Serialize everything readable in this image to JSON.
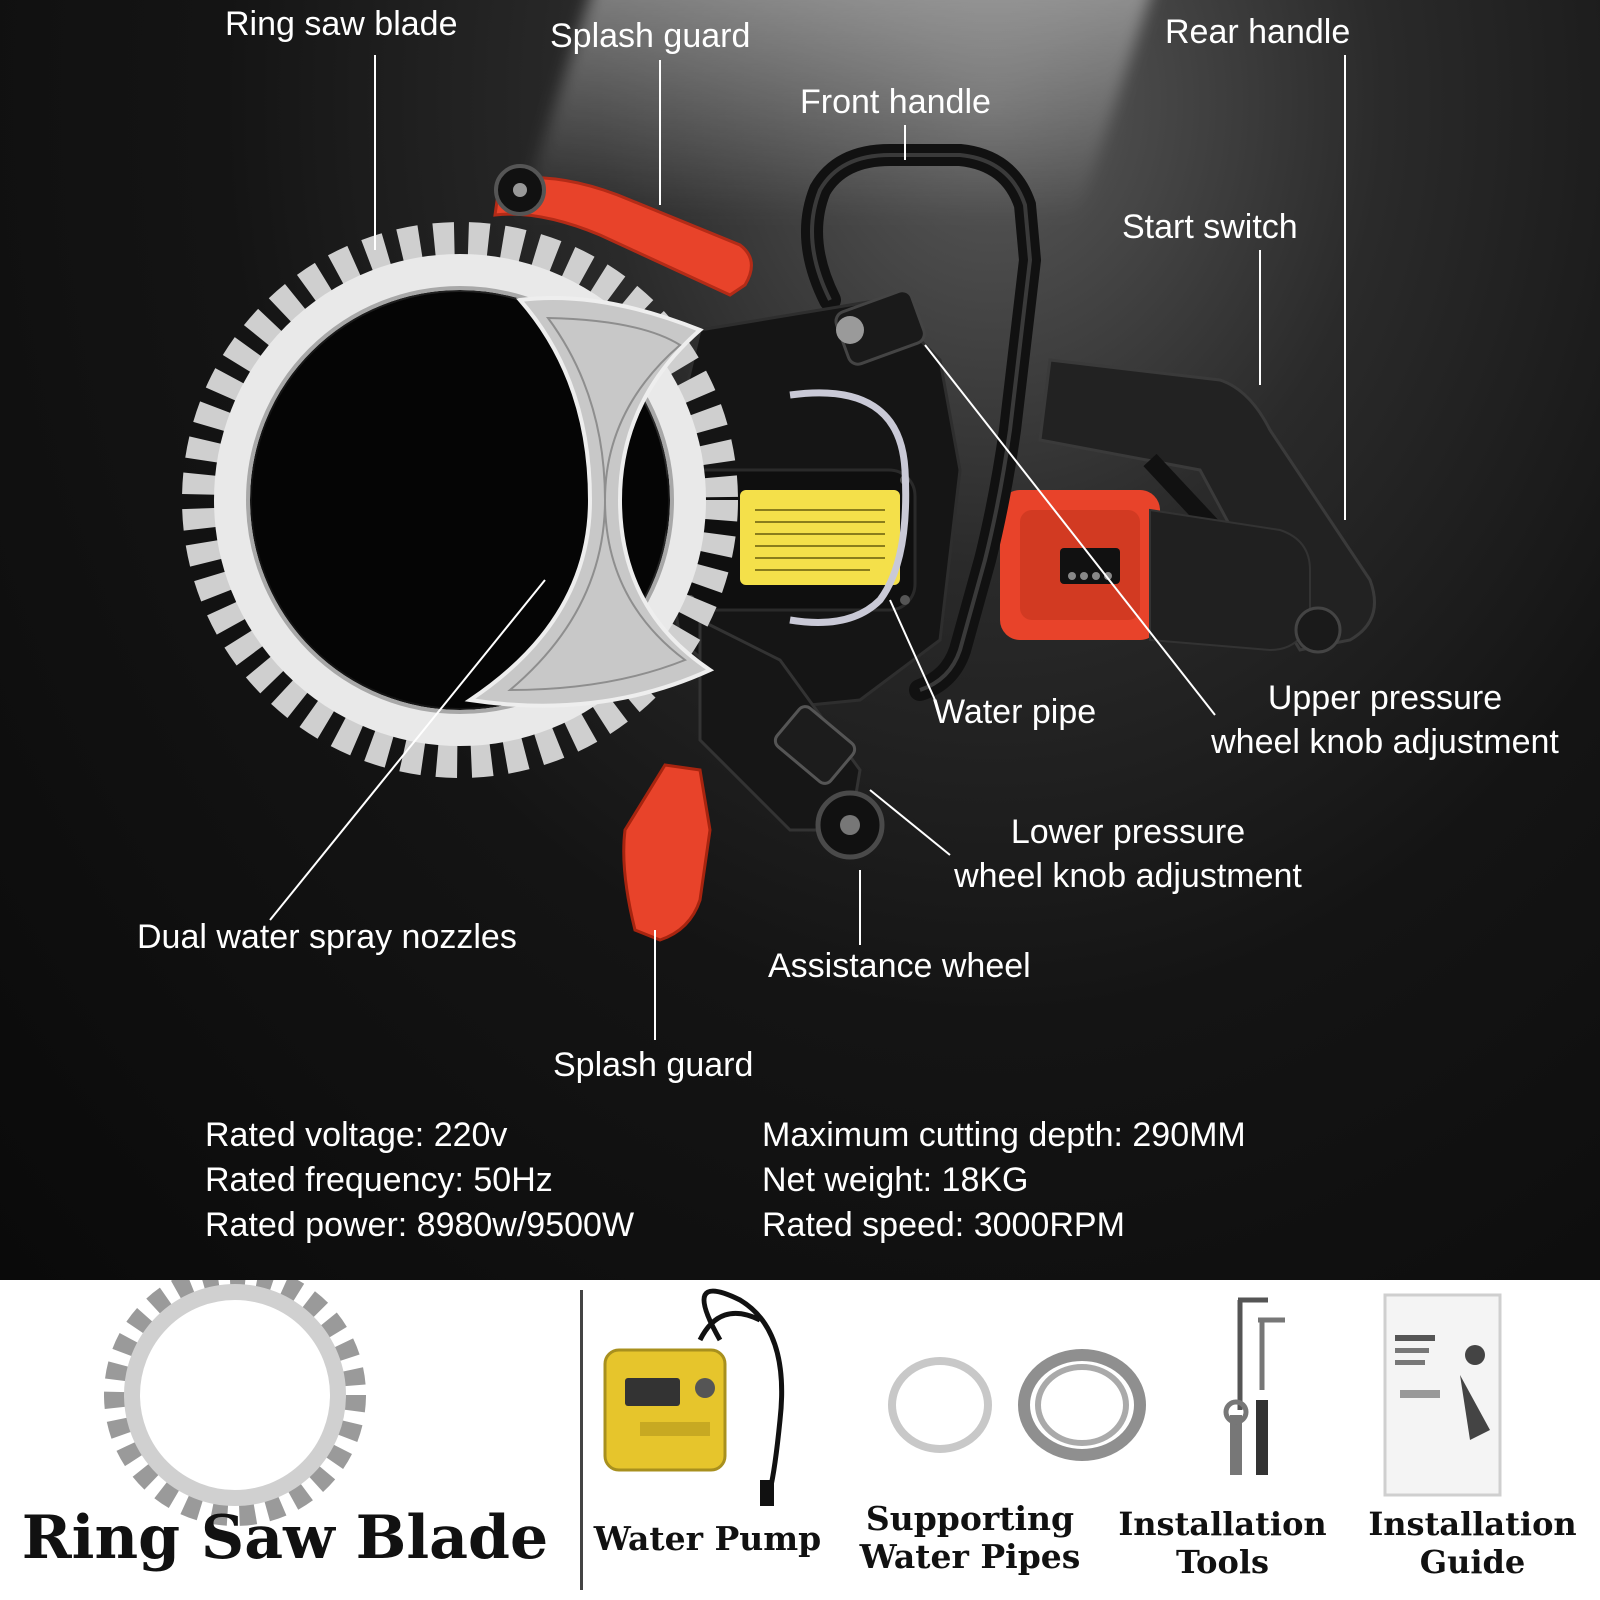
{
  "callouts": {
    "ring_saw_blade": "Ring saw blade",
    "splash_guard_top": "Splash guard",
    "rear_handle": "Rear handle",
    "front_handle": "Front handle",
    "start_switch": "Start switch",
    "water_pipe": "Water pipe",
    "upper_pressure_line1": "Upper pressure",
    "upper_pressure_line2": "wheel knob adjustment",
    "lower_pressure_line1": "Lower pressure",
    "lower_pressure_line2": "wheel knob adjustment",
    "dual_nozzles": "Dual water spray nozzles",
    "assistance_wheel": "Assistance wheel",
    "splash_guard_bottom": "Splash guard"
  },
  "specs": {
    "left": [
      "Rated voltage: 220v",
      "Rated frequency: 50Hz",
      "Rated power: 8980w/9500W"
    ],
    "right": [
      "Maximum cutting depth: 290MM",
      "Net weight: 18KG",
      "Rated speed: 3000RPM"
    ]
  },
  "accessories": {
    "ring_saw_blade": "Ring Saw Blade",
    "water_pump": "Water Pump",
    "water_pipes_line1": "Supporting",
    "water_pipes_line2": "Water Pipes",
    "tools_line1": "Installation",
    "tools_line2": "Tools",
    "guide_line1": "Installation",
    "guide_line2": "Guide"
  },
  "colors": {
    "accent_red": "#e8432a",
    "label_yellow": "#f4e04a",
    "background_dark": "#141414"
  }
}
